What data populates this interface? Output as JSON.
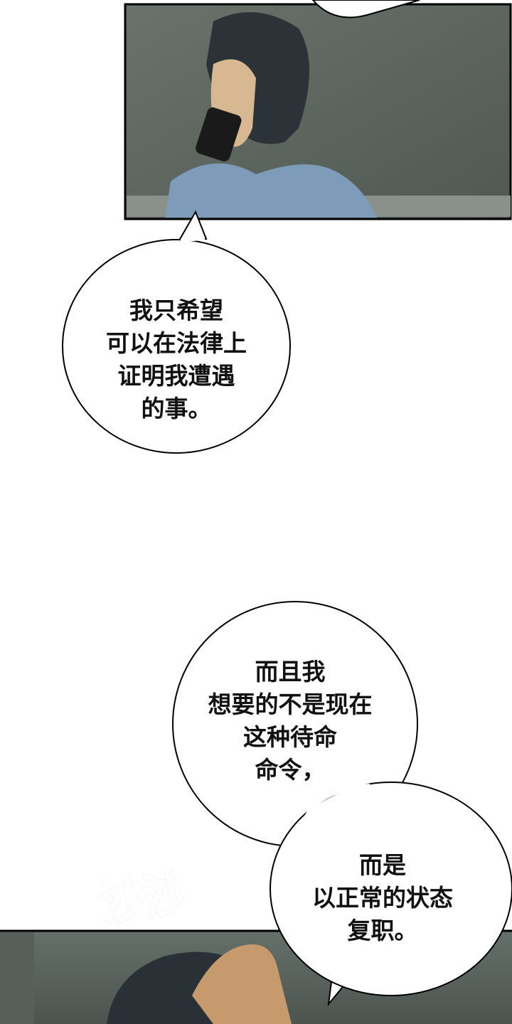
{
  "bubbles": [
    {
      "lines": [
        "我只希望",
        "可以在法律上",
        "证明我遭遇",
        "的事。"
      ]
    },
    {
      "lines": [
        "而且我",
        "想要的不是现在",
        "这种待命",
        "命令，"
      ]
    },
    {
      "lines": [
        "而是",
        "以正常的状态",
        "复职。"
      ]
    }
  ],
  "sound_effect": "沙沙",
  "colors": {
    "panel_bg": "#5d6660",
    "sfx": "#5a4aa8"
  }
}
